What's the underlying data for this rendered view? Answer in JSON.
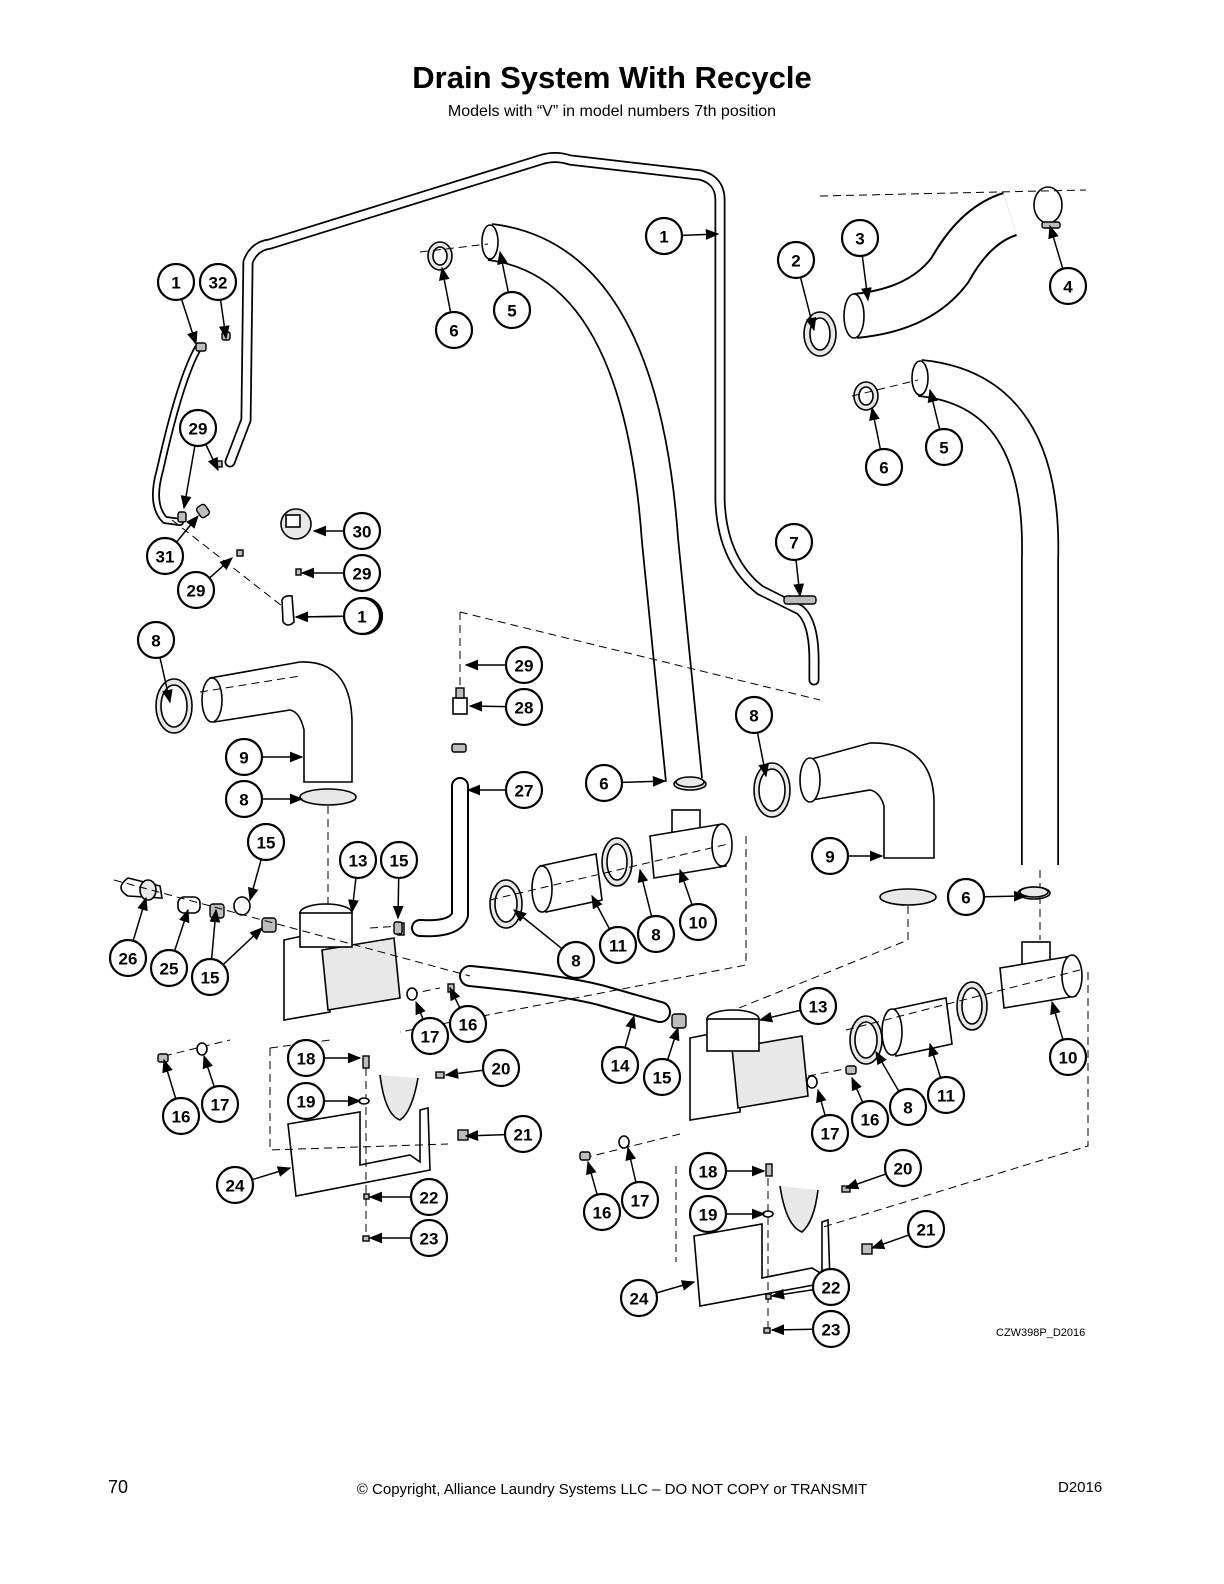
{
  "title": "Drain System With Recycle",
  "subtitle": "Models with “V” in model numbers 7th position",
  "drawing_code": "CZW398P_D2016",
  "footer": {
    "page_number": "70",
    "copyright": "© Copyright, Alliance Laundry Systems LLC – DO NOT COPY or TRANSMIT",
    "doc_code": "D2016"
  },
  "callouts": [
    "1",
    "1",
    "1",
    "1",
    "2",
    "3",
    "4",
    "5",
    "5",
    "6",
    "6",
    "6",
    "6",
    "7",
    "8",
    "8",
    "8",
    "8",
    "8",
    "8",
    "9",
    "9",
    "10",
    "10",
    "11",
    "11",
    "13",
    "13",
    "14",
    "15",
    "15",
    "15",
    "15",
    "15",
    "16",
    "16",
    "16",
    "16",
    "17",
    "17",
    "17",
    "17",
    "18",
    "18",
    "19",
    "19",
    "20",
    "20",
    "21",
    "21",
    "22",
    "22",
    "23",
    "23",
    "24",
    "24",
    "25",
    "26",
    "27",
    "28",
    "29",
    "29",
    "29",
    "29",
    "30",
    "31",
    "32"
  ]
}
